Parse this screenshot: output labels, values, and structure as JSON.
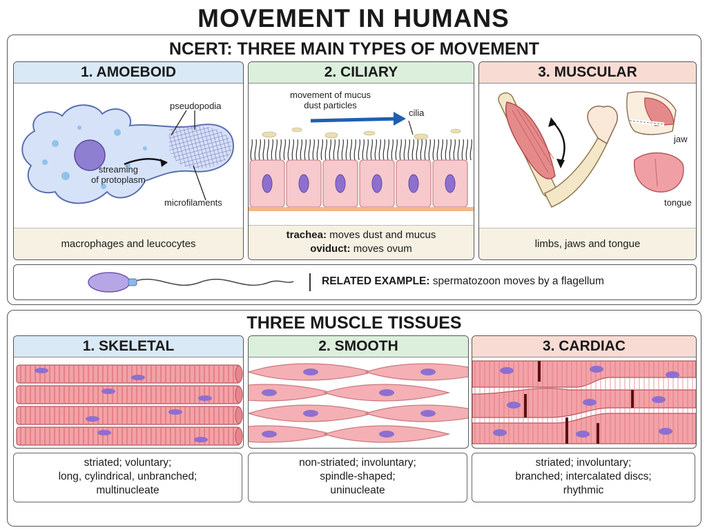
{
  "title": "MOVEMENT IN HUMANS",
  "section1": {
    "title": "NCERT: THREE MAIN TYPES OF MOVEMENT",
    "panels": [
      {
        "heading": "1. AMOEBOID",
        "labels": {
          "pseudopodia": "pseudopodia",
          "streaming": "streaming\nof protoplasm",
          "microfilaments": "microfilaments"
        },
        "footer": "macrophages and leucocytes"
      },
      {
        "heading": "2. CILIARY",
        "labels": {
          "mucus": "movement of mucus\ndust particles",
          "cilia": "cilia"
        },
        "footer_line1_bold": "trachea:",
        "footer_line1": " moves dust and mucus",
        "footer_line2_bold": "oviduct:",
        "footer_line2": " moves ovum"
      },
      {
        "heading": "3. MUSCULAR",
        "labels": {
          "jaw": "jaw",
          "tongue": "tongue"
        },
        "footer": "limbs, jaws and tongue"
      }
    ],
    "related": {
      "bold": "RELATED EXAMPLE:",
      "text": " spermatozoon moves by a flagellum"
    }
  },
  "section2": {
    "title": "THREE MUSCLE TISSUES",
    "panels": [
      {
        "heading": "1. SKELETAL",
        "desc": [
          "striated; voluntary;",
          "long, cylindrical, unbranched;",
          "multinucleate"
        ]
      },
      {
        "heading": "2. SMOOTH",
        "desc": [
          "non-striated; involuntary;",
          "spindle-shaped;",
          "uninucleate"
        ]
      },
      {
        "heading": "3. CARDIAC",
        "desc": [
          "striated; involuntary;",
          "branched; intercalated discs;",
          "rhythmic"
        ]
      }
    ]
  },
  "colors": {
    "muscle": "#f2a3a8",
    "muscle_stripe": "#e06c75",
    "nucleus": "#8e6fd0",
    "cell": "#cfe0f7"
  }
}
